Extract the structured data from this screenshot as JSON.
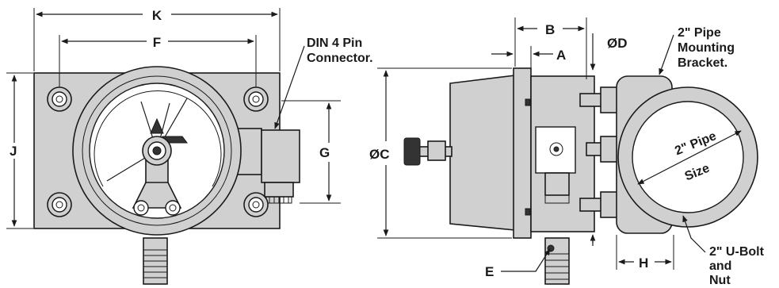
{
  "dimensions": {
    "K": "K",
    "F": "F",
    "J": "J",
    "G": "G",
    "B": "B",
    "A": "A",
    "D": "ØD",
    "C": "ØC",
    "E": "E",
    "H": "H"
  },
  "callouts": {
    "din_line1": "DIN 4 Pin",
    "din_line2": "Connector.",
    "bracket_line1": "2\" Pipe",
    "bracket_line2": "Mounting",
    "bracket_line3": "Bracket.",
    "pipe_size_line1": "2\" Pipe",
    "pipe_size_line2": "Size",
    "ubolt_line1": "2\" U-Bolt",
    "ubolt_line2": "and",
    "ubolt_line3": "Nut"
  },
  "colors": {
    "body": "#d0d0d0",
    "line": "#1a1a1a",
    "face": "#ffffff"
  }
}
